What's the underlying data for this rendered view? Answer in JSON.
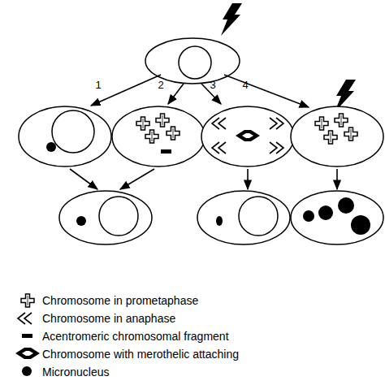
{
  "diagram": {
    "labels": [
      "1",
      "2",
      "3",
      "4"
    ],
    "legend": [
      {
        "text": "Chromosome in prometaphase"
      },
      {
        "text": "Chromosome in anaphase"
      },
      {
        "text": "Acentromeric chromosomal fragment"
      },
      {
        "text": "Chromosome with merothelic attaching"
      },
      {
        "text": "Micronucleus"
      }
    ]
  }
}
